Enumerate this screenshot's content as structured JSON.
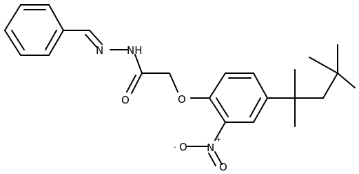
{
  "atoms": {
    "imine_n": "N",
    "hydrazide_nh": "NH",
    "carbonyl_o": "O",
    "ether_o": "O",
    "nitro_n": "N",
    "nitro_charge_plus": "+",
    "nitro_o_top": "O",
    "nitro_charge_minus": "-",
    "nitro_o_bottom": "O"
  }
}
